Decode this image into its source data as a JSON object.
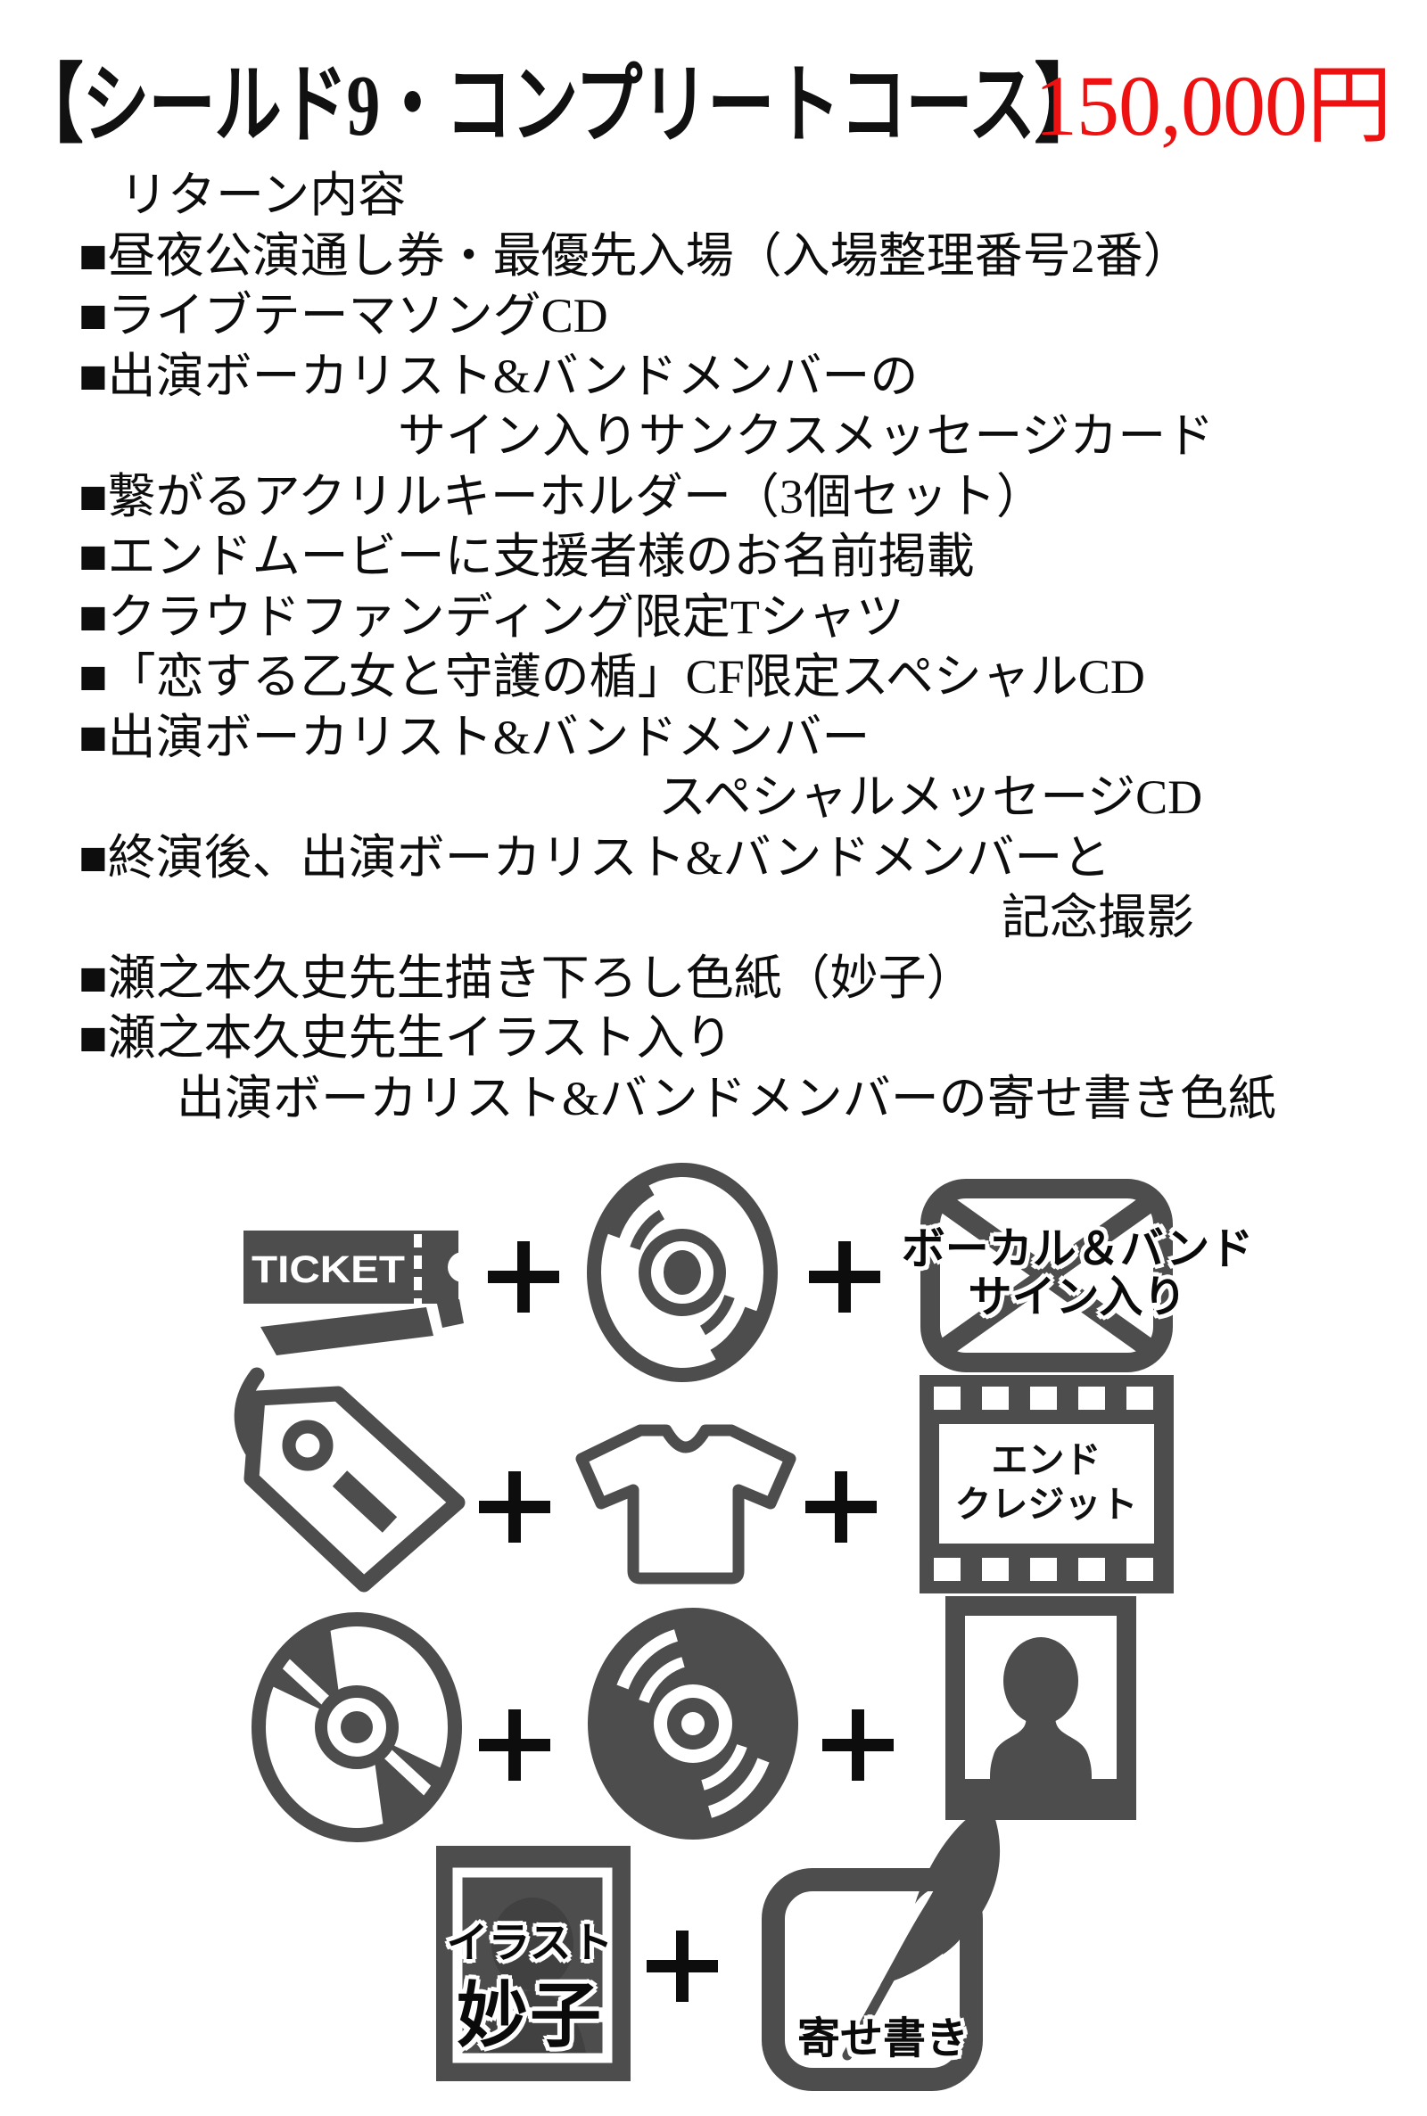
{
  "title": {
    "text": "【シールド9・コンプリートコース】",
    "price": "150,000円"
  },
  "returns": {
    "heading": "リターン内容",
    "lines": [
      "■昼夜公演通し券・最優先入場（入場整理番号2番）",
      "■ライブテーマソングCD",
      "■出演ボーカリスト&バンドメンバーの",
      "サイン入りサンクスメッセージカード",
      "■繋がるアクリルキーホルダー（3個セット）",
      "■エンドムービーに支援者様のお名前掲載",
      "■クラウドファンディング限定Tシャツ",
      "■「恋する乙女と守護の楯」CF限定スペシャルCD",
      "■出演ボーカリスト&バンドメンバー",
      "スペシャルメッセージCD",
      "■終演後、出演ボーカリスト&バンドメンバーと",
      "記念撮影",
      "■瀬之本久史先生描き下ろし色紙（妙子）",
      "■瀬之本久史先生イラスト入り",
      "出演ボーカリスト&バンドメンバーの寄せ書き色紙"
    ]
  },
  "icon_labels": {
    "ticket": "TICKET",
    "signed_card_line1": "ボーカル＆バンド",
    "signed_card_line2": "サイン入り",
    "end_credit_line1": "エンド",
    "end_credit_line2": "クレジット",
    "shikishi_line1": "イラスト",
    "shikishi_line2": "妙子",
    "yosegaki": "寄せ書き"
  },
  "colors": {
    "title_black": "#111111",
    "price_red": "#ee1111",
    "icon_gray": "#4d4d4d",
    "plus_black": "#0d0d0d"
  }
}
